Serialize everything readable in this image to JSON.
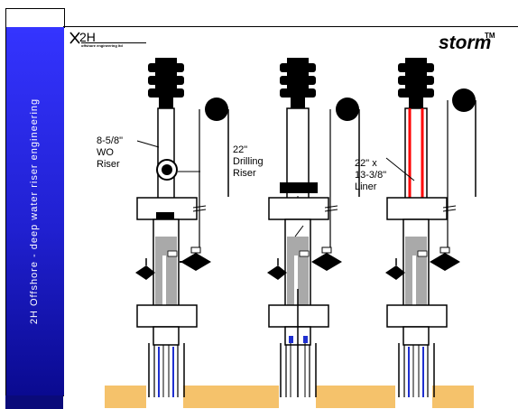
{
  "sidebar": {
    "text": "2H Offshore - deep water riser engineering"
  },
  "logo": {
    "name": "2H",
    "subtext": "offshore engineering ltd"
  },
  "brand": {
    "name": "storm",
    "trademark": "TM"
  },
  "labels": {
    "wo_riser": [
      "8-5/8\"",
      "WO",
      "Riser"
    ],
    "drilling_riser": [
      "22\"",
      "Drilling",
      "Riser"
    ],
    "liner": [
      "22\" x",
      "13-3/8\"",
      "Liner"
    ]
  },
  "colors": {
    "sidebar_top": "#3434ff",
    "sidebar_bottom": "#0a0a90",
    "seabed": "#f5c26b",
    "component_gray": "#a9a9a9",
    "liner_red": "#ff0000",
    "casing_blue": "#1f2fd0"
  }
}
